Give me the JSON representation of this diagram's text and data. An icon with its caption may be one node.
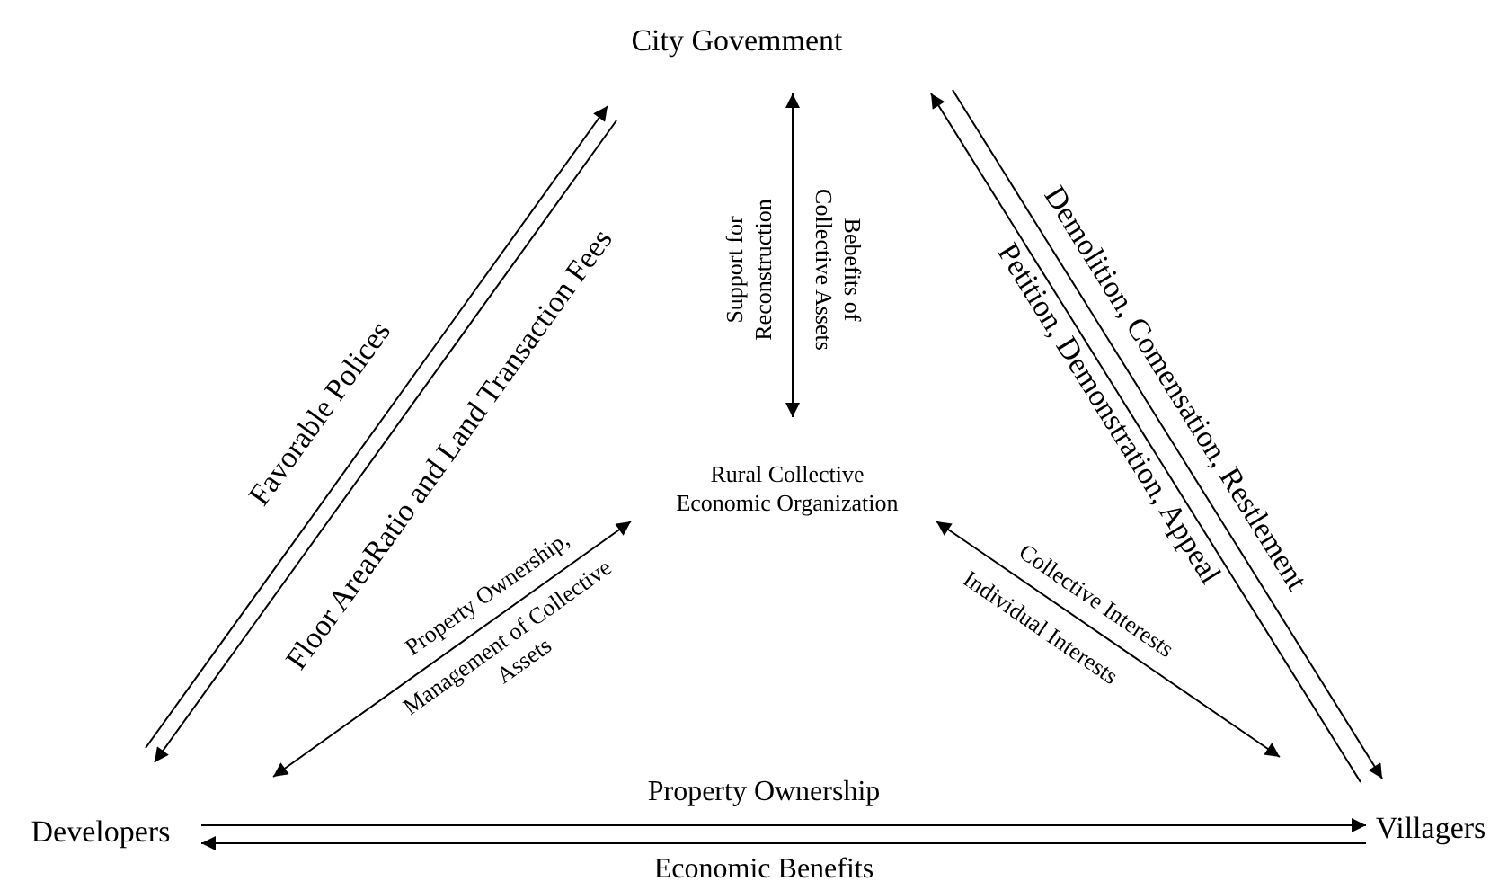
{
  "diagram": {
    "nodes": [
      {
        "text": [
          "City Govemment"
        ]
      },
      {
        "text": [
          "Rural Collective Economic Organization"
        ]
      },
      {
        "text": [
          "Developers"
        ]
      },
      {
        "text": [
          "Villagers"
        ]
      }
    ],
    "edges": [
      {
        "from": 2,
        "to": 0,
        "arrow": "to",
        "label": "Favorable Polices"
      },
      {
        "from": 0,
        "to": 2,
        "arrow": "to",
        "label": "Floor AreaRatio and Land Transaction Fees"
      },
      {
        "from": 0,
        "to": 1,
        "arrow": "both",
        "label": "Support for Reconstruction"
      },
      {
        "from": 0,
        "to": 3,
        "arrow": "to",
        "label": "Demolition, Comensation, Restlement"
      },
      {
        "from": 3,
        "to": 0,
        "arrow": "to",
        "label": "Petition, Demonstration, Appeal"
      },
      {
        "from": 1,
        "to": 3,
        "arrow": "both",
        "label": "Collective Interests"
      },
      {
        "from": 2,
        "to": 1,
        "arrow": "both",
        "label": "Property Ownership,"
      },
      {
        "from": 2,
        "to": 3,
        "arrow": "to",
        "label": "Property Ownership"
      },
      {
        "from": 3,
        "to": 2,
        "arrow": "to",
        "label": "Economic Benefits"
      }
    ],
    "labels": [
      "Bebefits of Collective Assets",
      "Individual Interests",
      "Management of Collective Assets"
    ]
  }
}
